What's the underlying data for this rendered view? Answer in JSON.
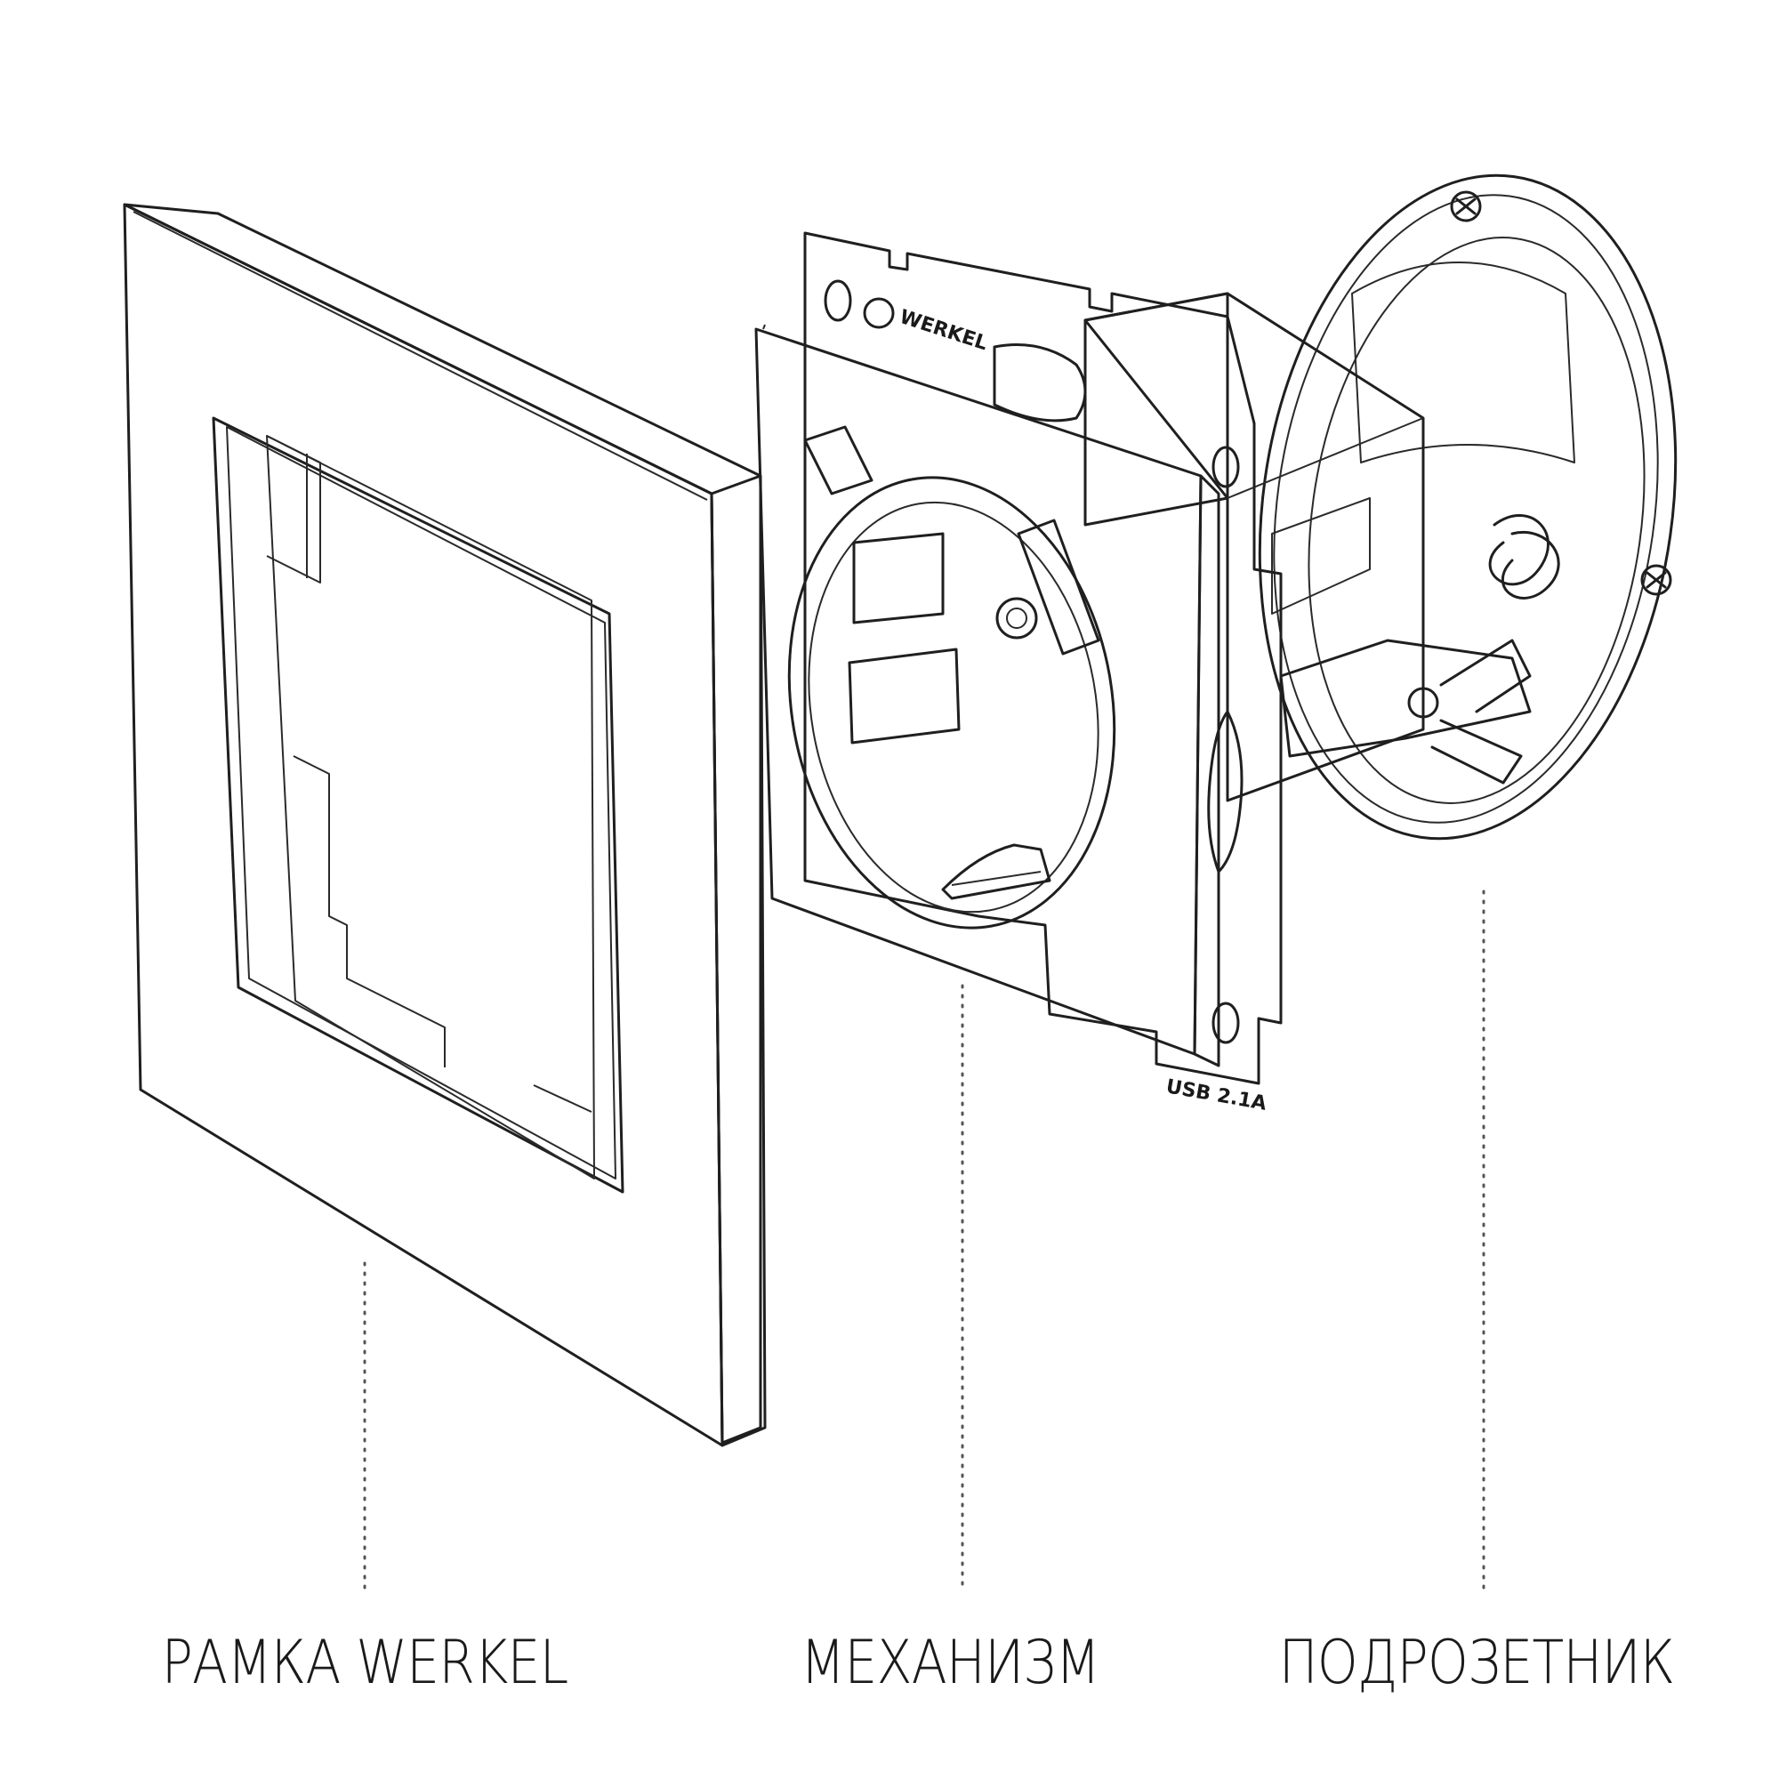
{
  "labels": {
    "frame": "РАМКА WERKEL",
    "mechanism": "МЕХАНИЗМ",
    "box": "ПОДРОЗЕТНИК"
  },
  "engraving": {
    "brand": "WERKEL",
    "usb": "USB 2.1A"
  },
  "colors": {
    "background": "#ffffff",
    "line": "#1f1f1f",
    "face": "#fbfbfb",
    "side": "#e4e4e4",
    "shadow": "#cfcfcf"
  }
}
